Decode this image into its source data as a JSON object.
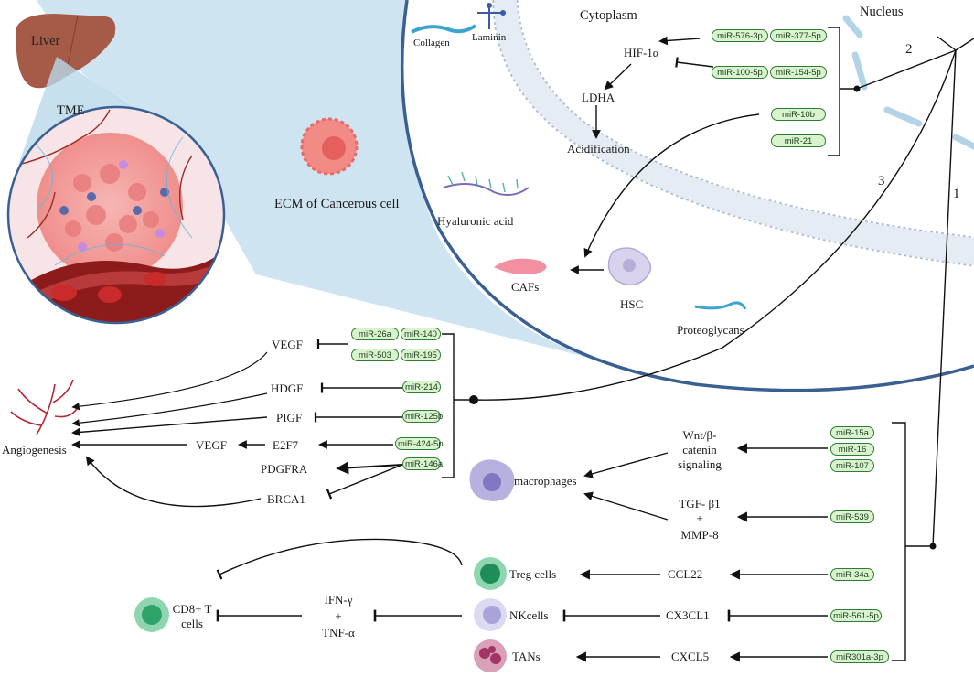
{
  "colors": {
    "ecm_fill": "#b9d8ea",
    "cell_border": "#3a5f92",
    "membrane": "#9fb2c6",
    "pill_fill": "#d9f3cf",
    "pill_border": "#2f7d32",
    "liver": "#a65a48",
    "vessel": "#8e1b1b",
    "treg": "#2e9e6a",
    "nk": "#b9b7e3",
    "tan": "#b23e6b",
    "macrophage": "#8e87c9"
  },
  "top_left": {
    "liver": "Liver",
    "tme": "TME",
    "ecm_label": "ECM of Cancerous cell"
  },
  "ecm": {
    "collagen": "Collagen",
    "laminin": "Laminin",
    "hyaluronic": "Hyaluronic acid",
    "proteoglycans": "Proteoglycans",
    "cafs": "CAFs",
    "hsc": "HSC"
  },
  "cytoplasm": {
    "title": "Cytoplasm",
    "nucleus": "Nucleus",
    "hif": "HIF-1α",
    "ldha": "LDHA",
    "acid": "Acidification",
    "mirs": [
      "miR-576-3p",
      "miR-377-5p",
      "miR-100-5p",
      "miR-154-5p",
      "miR-10b",
      "miR-21"
    ]
  },
  "numbers": [
    "1",
    "2",
    "3"
  ],
  "angio": {
    "label": "Angiogenesis",
    "targets": [
      "VEGF",
      "HDGF",
      "PIGF",
      "E2F7",
      "PDGFRA",
      "BRCA1"
    ],
    "vegf2": "VEGF",
    "mirs": [
      "miR-26a",
      "miR-140",
      "miR-503",
      "miR-195",
      "miR-214",
      "miR-125b",
      "miR-424-5p",
      "miR-146a"
    ]
  },
  "immune": {
    "wnt": [
      "Wnt/β-",
      "catenin",
      "signaling"
    ],
    "tgf": [
      "TGF- β1",
      "+",
      "MMP-8"
    ],
    "macrophages": "macrophages",
    "treg": "Treg cells",
    "nk": "NKcells",
    "tans": "TANs",
    "ccl22": "CCL22",
    "cx3cl1": "CX3CL1",
    "cxcl5": "CXCL5",
    "ifn": [
      "IFN-γ",
      "+",
      "TNF-α"
    ],
    "cd8": [
      "CD8+ T",
      "cells"
    ],
    "mirs": [
      "miR-15a",
      "miR-16",
      "miR-107",
      "miR-539",
      "miR-34a",
      "miR-561-5p",
      "miR301a-3p"
    ]
  }
}
